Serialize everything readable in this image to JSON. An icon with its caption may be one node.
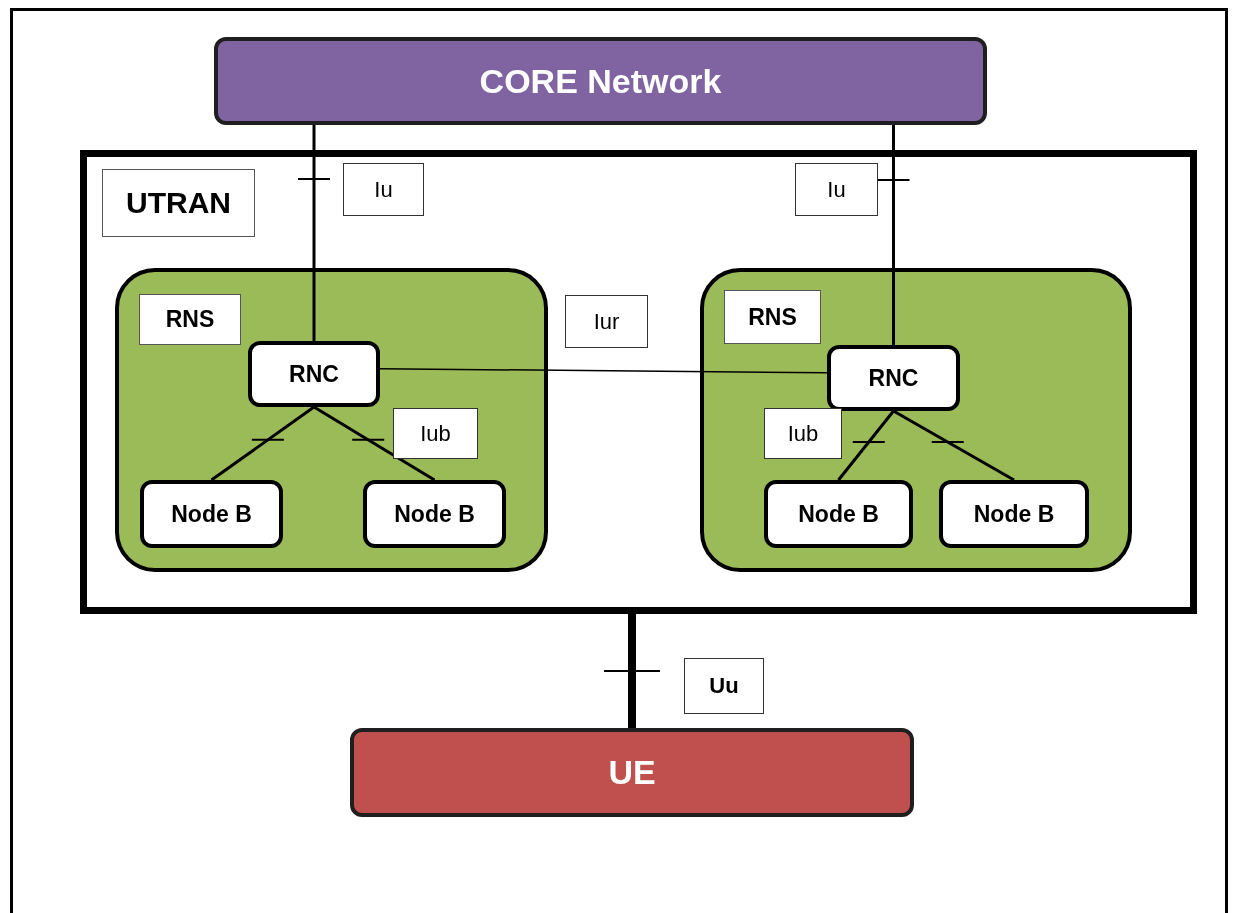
{
  "diagram": {
    "nodes": [
      {
        "text": [
          "CORE Network"
        ]
      },
      {
        "text": [
          "UTRAN"
        ]
      },
      {
        "text": [
          "RNS"
        ],
        "in": 1
      },
      {
        "text": [
          "RNC"
        ],
        "in": 2
      },
      {
        "text": [
          "Node B"
        ],
        "in": 2
      },
      {
        "text": [
          "Node B"
        ],
        "in": 2
      },
      {
        "text": [
          "RNS"
        ],
        "in": 1
      },
      {
        "text": [
          "RNC"
        ],
        "in": 6
      },
      {
        "text": [
          "Node B"
        ],
        "in": 6
      },
      {
        "text": [
          "Node B"
        ],
        "in": 6
      },
      {
        "text": [
          "UE"
        ]
      }
    ],
    "edges": [
      {
        "from": 0,
        "to": 3,
        "arrow": "none",
        "label": "Iu"
      },
      {
        "from": 0,
        "to": 7,
        "arrow": "none",
        "label": "Iu"
      },
      {
        "from": 3,
        "to": 7,
        "arrow": "none",
        "label": "Iur"
      },
      {
        "from": 3,
        "to": 4,
        "arrow": "none"
      },
      {
        "from": 3,
        "to": 5,
        "arrow": "none",
        "label": "Iub"
      },
      {
        "from": 7,
        "to": 8,
        "arrow": "none",
        "label": "Iub"
      },
      {
        "from": 7,
        "to": 9,
        "arrow": "none"
      },
      {
        "from": 1,
        "to": 10,
        "arrow": "none",
        "label": "Uu",
        "style": "thick"
      }
    ]
  }
}
